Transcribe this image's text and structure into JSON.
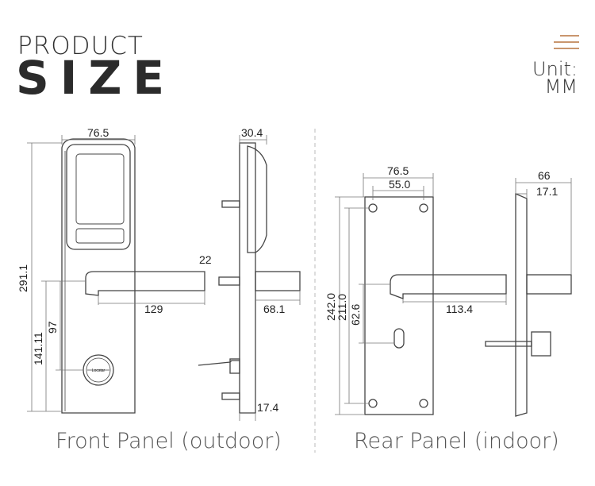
{
  "header": {
    "title_top": "PRODUCT",
    "title_main": "SIZE",
    "unit_label": "Unit:",
    "unit_value": "MM"
  },
  "icons": {
    "menu": "menu-lines-icon"
  },
  "colors": {
    "accent": "#c9966e",
    "line": "#444444"
  },
  "front_panel": {
    "caption": "Front Panel (outdoor)",
    "dims": {
      "width": "76.5",
      "depth": "30.4",
      "height": "291.1",
      "handle_height": "141.11",
      "handle_offset": "97",
      "handle_length": "129",
      "handle_thickness": "22",
      "handle_projection": "68.1",
      "base_depth": "17.4"
    }
  },
  "rear_panel": {
    "caption": "Rear Panel (indoor)",
    "dims": {
      "width": "76.5",
      "inner_width": "55.0",
      "height": "242.0",
      "inner_height": "211.0",
      "handle_offset": "62.6",
      "handle_length": "113.4",
      "depth": "66",
      "plate_depth": "17.1"
    }
  },
  "brand_mark": "Locstar"
}
